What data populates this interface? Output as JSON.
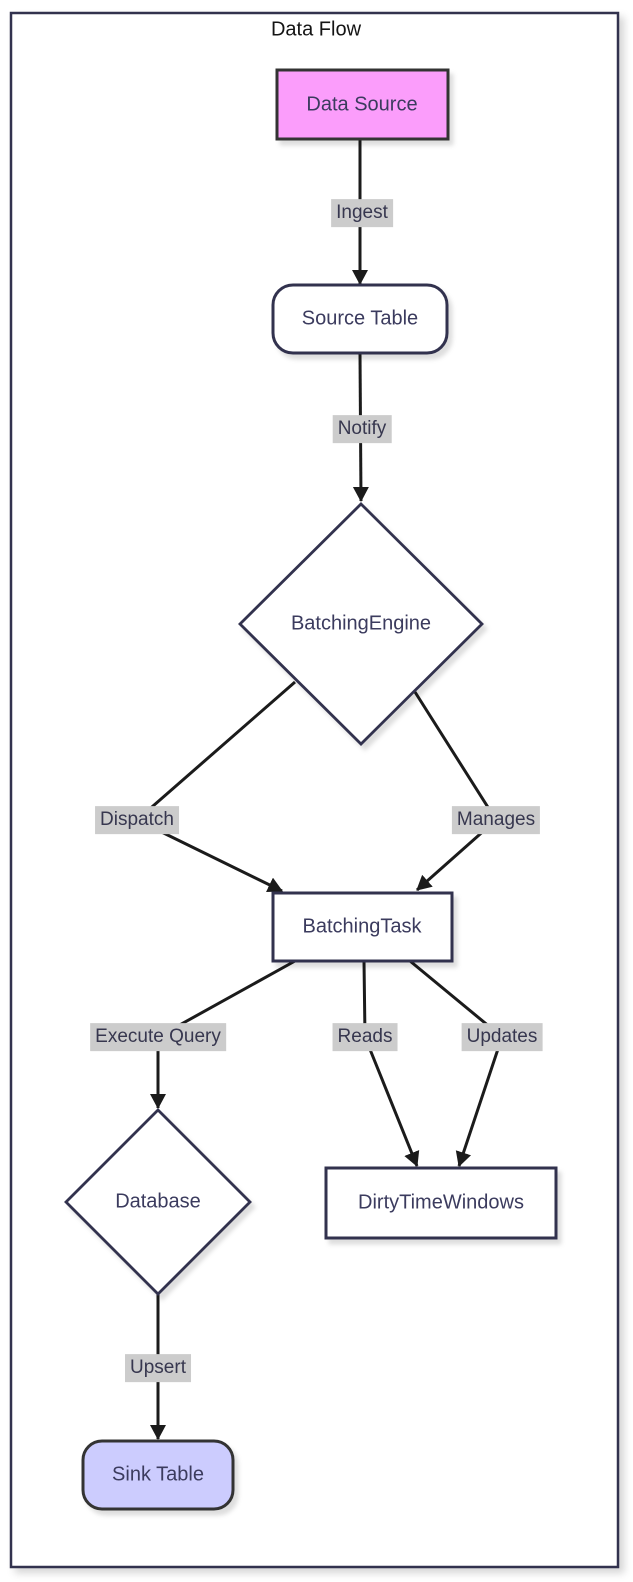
{
  "diagram": {
    "title": "Data Flow",
    "type": "flowchart",
    "nodes": {
      "data_source": {
        "label": "Data Source",
        "shape": "rectangle",
        "fill": "#fb9dfb",
        "stroke": "#333333"
      },
      "source_table": {
        "label": "Source Table",
        "shape": "rounded-rectangle",
        "fill": "#ffffff",
        "stroke": "#32324e"
      },
      "batching_engine": {
        "label": "BatchingEngine",
        "shape": "diamond",
        "fill": "#ffffff",
        "stroke": "#32324e"
      },
      "batching_task": {
        "label": "BatchingTask",
        "shape": "rectangle",
        "fill": "#ffffff",
        "stroke": "#32324e"
      },
      "database": {
        "label": "Database",
        "shape": "diamond",
        "fill": "#ffffff",
        "stroke": "#32324e"
      },
      "dirty_time_windows": {
        "label": "DirtyTimeWindows",
        "shape": "rectangle",
        "fill": "#ffffff",
        "stroke": "#32324e"
      },
      "sink_table": {
        "label": "Sink Table",
        "shape": "rounded-rectangle",
        "fill": "#ccccfe",
        "stroke": "#333333"
      }
    },
    "edges": {
      "ingest": {
        "label": "Ingest",
        "from": "Data Source",
        "to": "Source Table"
      },
      "notify": {
        "label": "Notify",
        "from": "Source Table",
        "to": "BatchingEngine"
      },
      "dispatch": {
        "label": "Dispatch",
        "from": "BatchingEngine",
        "to": "BatchingTask"
      },
      "manages": {
        "label": "Manages",
        "from": "BatchingEngine",
        "to": "BatchingTask"
      },
      "execute_query": {
        "label": "Execute Query",
        "from": "BatchingTask",
        "to": "Database"
      },
      "reads": {
        "label": "Reads",
        "from": "BatchingTask",
        "to": "DirtyTimeWindows"
      },
      "updates": {
        "label": "Updates",
        "from": "BatchingTask",
        "to": "DirtyTimeWindows"
      },
      "upsert": {
        "label": "Upsert",
        "from": "Database",
        "to": "Sink Table"
      }
    },
    "colors": {
      "cluster_border": "#32324e",
      "default_node_border": "#32324e",
      "styled_node_border": "#333333",
      "pink_fill": "#fb9dfb",
      "lavender_fill": "#ccccfe",
      "edge_color": "#1b1b1b",
      "edge_label_bg": "#cccccc",
      "text_color": "#3b3b5e",
      "background": "#ffffff"
    }
  }
}
